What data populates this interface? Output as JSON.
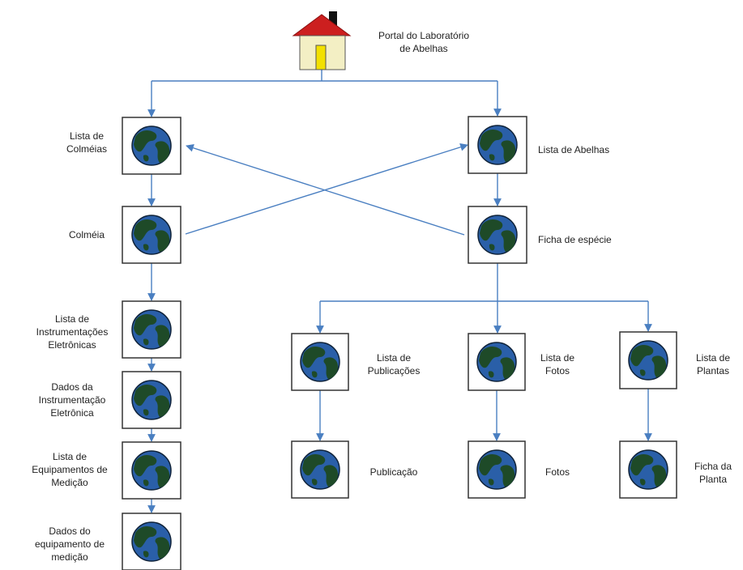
{
  "portal": {
    "label_lines": [
      "Portal do Laboratório",
      "de Abelhas"
    ]
  },
  "nodes": {
    "lista_colmeias": {
      "label_lines": [
        "Lista de",
        "Colméias"
      ]
    },
    "colmeia": {
      "label_lines": [
        "Colméia"
      ]
    },
    "lista_instrumentacoes": {
      "label_lines": [
        "Lista de",
        "Instrumentações",
        "Eletrônicas"
      ]
    },
    "dados_instrumentacao": {
      "label_lines": [
        "Dados da",
        "Instrumentação",
        "Eletrônica"
      ]
    },
    "lista_equipamentos": {
      "label_lines": [
        "Lista de",
        "Equipamentos de",
        "Medição"
      ]
    },
    "dados_equipamento": {
      "label_lines": [
        "Dados do",
        "equipamento de",
        "medição"
      ]
    },
    "lista_abelhas": {
      "label_lines": [
        "Lista de Abelhas"
      ]
    },
    "ficha_especie": {
      "label_lines": [
        "Ficha de espécie"
      ]
    },
    "lista_publicacoes": {
      "label_lines": [
        "Lista de",
        "Publicações"
      ]
    },
    "publicacao": {
      "label_lines": [
        "Publicação"
      ]
    },
    "lista_fotos": {
      "label_lines": [
        "Lista de",
        "Fotos"
      ]
    },
    "fotos": {
      "label_lines": [
        "Fotos"
      ]
    },
    "lista_plantas": {
      "label_lines": [
        "Lista de",
        "Plantas"
      ]
    },
    "ficha_planta": {
      "label_lines": [
        "Ficha da",
        "Planta"
      ]
    }
  },
  "colors": {
    "connector": "#4a7fc1",
    "globe_ocean": "#2a5fa8",
    "globe_land": "#1e4a28",
    "house_roof": "#cc1f1f",
    "house_wall": "#f3efc4",
    "house_door": "#f2e000",
    "chimney": "#111111"
  }
}
